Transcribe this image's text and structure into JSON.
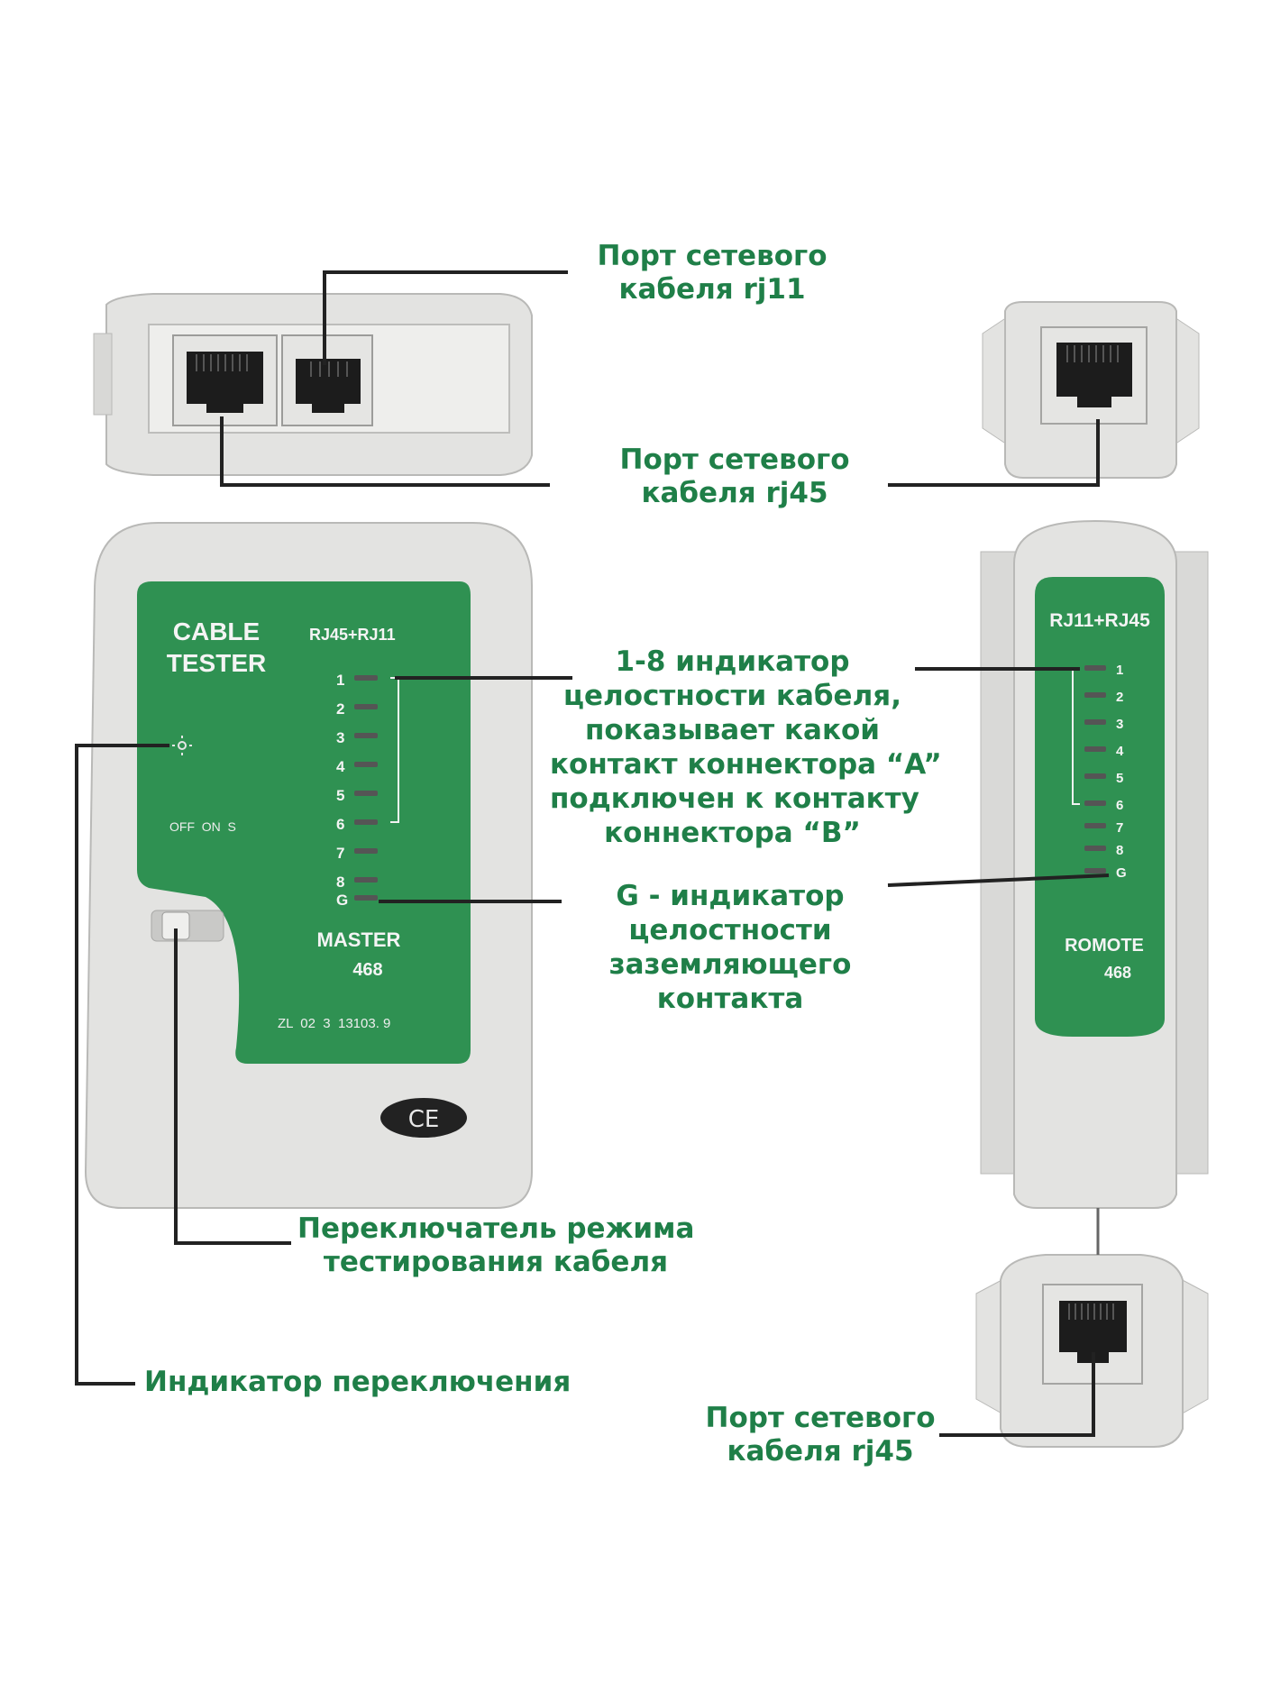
{
  "colors": {
    "label_green": "#1f7f48",
    "panel_green": "#2f9152",
    "body_grey": "#e4e4e2",
    "line": "#222222"
  },
  "labels": {
    "rj11_port": [
      "Порт сетевого",
      "кабеля rj11"
    ],
    "rj45_port_top": [
      "Порт сетевого",
      "кабеля rj45"
    ],
    "cable_integrity": [
      "1-8 индикатор",
      "целостности кабеля,",
      "показывает какой",
      "контакт коннектора “A”",
      "подключен к контакту",
      "коннектора “B”"
    ],
    "ground_integrity": [
      "G - индикатор",
      "целостности",
      "заземляющего",
      "контакта"
    ],
    "mode_switch": [
      "Переключатель режима",
      "тестирования кабеля"
    ],
    "switch_indicator": [
      "Индикатор переключения"
    ],
    "rj45_port_bottom": [
      "Порт сетевого",
      "кабеля rj45"
    ]
  },
  "master": {
    "title_line1": "CABLE",
    "title_line2": "TESTER",
    "ports": "RJ45+RJ11",
    "leds": [
      "1",
      "2",
      "3",
      "4",
      "5",
      "6",
      "7",
      "8",
      "G"
    ],
    "switch_text": "OFF  ON  S",
    "model_line1": "MASTER",
    "model_line2": "468",
    "serial": "ZL  02  3  13103. 9",
    "ce_mark": "CE"
  },
  "remote": {
    "ports": "RJ11+RJ45",
    "leds": [
      "1",
      "2",
      "3",
      "4",
      "5",
      "6",
      "7",
      "8",
      "G"
    ],
    "model_line1": "ROMOTE",
    "model_line2": "468"
  },
  "icons": [
    "rj45-port-icon",
    "rj11-port-icon",
    "led-icon",
    "slide-switch-icon",
    "power-indicator-icon",
    "ce-mark-icon"
  ]
}
